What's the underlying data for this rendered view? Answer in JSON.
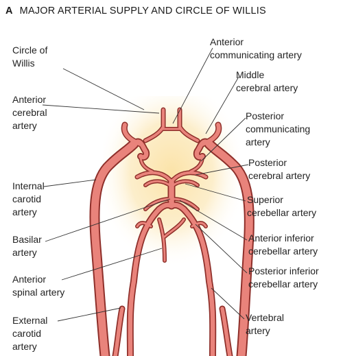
{
  "figure": {
    "panel_letter": "A",
    "title": "MAJOR ARTERIAL SUPPLY AND CIRCLE OF WILLIS"
  },
  "labels": {
    "circle_of_willis": "Circle of\nWillis",
    "anterior_cerebral": "Anterior\ncerebral\nartery",
    "internal_carotid": "Internal\ncarotid\nartery",
    "basilar": "Basilar\nartery",
    "anterior_spinal": "Anterior\nspinal artery",
    "external_carotid": "External\ncarotid\nartery",
    "anterior_communicating": "Anterior\ncommunicating artery",
    "middle_cerebral": "Middle\ncerebral artery",
    "posterior_communicating": "Posterior\ncommunicating\nartery",
    "posterior_cerebral": "Posterior\ncerebral artery",
    "superior_cerebellar": "Superior\ncerebellar artery",
    "anterior_inferior_cerebellar": "Anterior inferior\ncerebellar artery",
    "posterior_inferior_cerebellar": "Posterior inferior\ncerebellar artery",
    "vertebral": "Vertebral\nartery"
  },
  "colors": {
    "artery_fill": "#e9837b",
    "artery_outline": "#8e2f2a",
    "glow": "#fbe3a8",
    "leader_line": "#333333"
  }
}
